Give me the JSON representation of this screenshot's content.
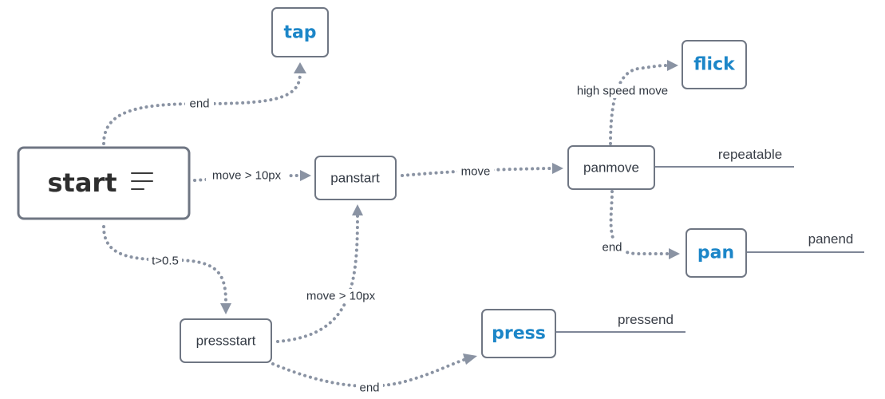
{
  "nodes": {
    "start": "start",
    "tap": "tap",
    "panstart": "panstart",
    "panmove": "panmove",
    "flick": "flick",
    "pan": "pan",
    "pressstart": "pressstart",
    "press": "press"
  },
  "edges": {
    "start_tap": "end",
    "start_panstart": "move > 10px",
    "panstart_panmove": "move",
    "panmove_flick": "high speed move",
    "panmove_pan": "end",
    "start_pressstart": "t>0.5",
    "pressstart_panstart": "move > 10px",
    "pressstart_press": "end"
  },
  "events": {
    "panmove": "repeatable",
    "pan": "panend",
    "press": "pressend"
  },
  "colors": {
    "final_state": "#1c86c8",
    "connector": "#8a93a3",
    "node_border": "#6f7683"
  },
  "icons": {
    "root_menu": "menu-lines-icon"
  }
}
